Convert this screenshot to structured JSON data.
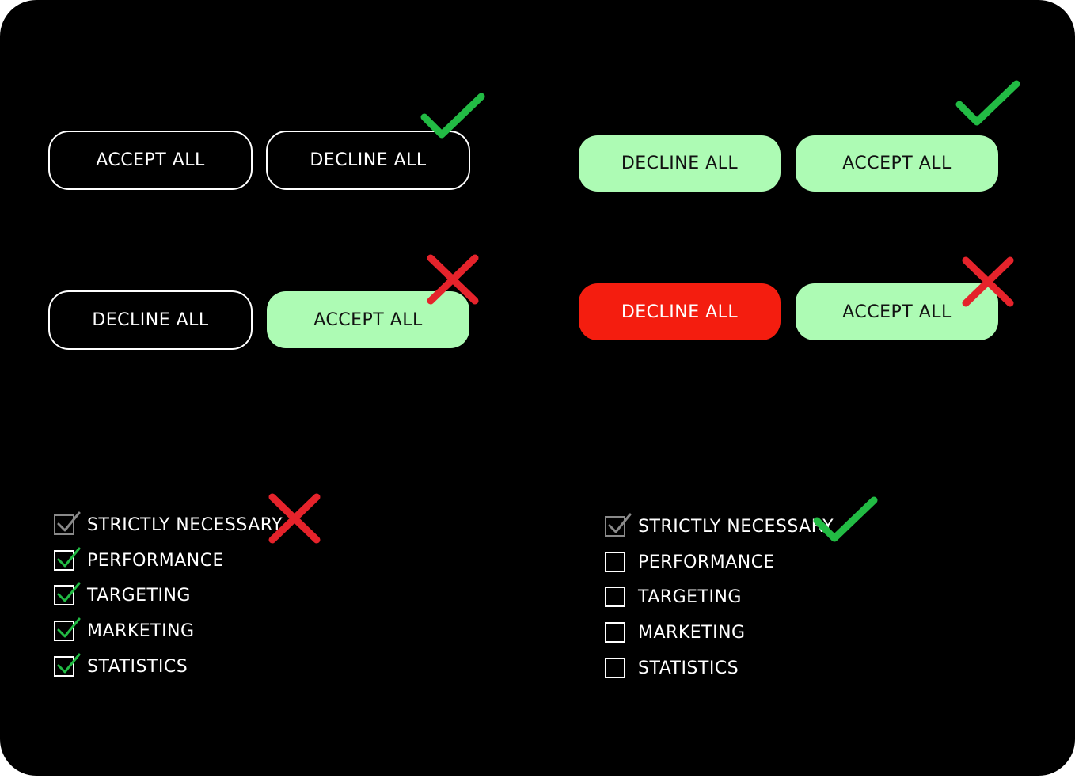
{
  "buttons": {
    "accept_label": "ACCEPT ALL",
    "decline_label": "DECLINE ALL"
  },
  "colors": {
    "background": "#000000",
    "accent_green": "#adfbb4",
    "danger_red": "#f41d0f",
    "check_green": "#22bb44",
    "cross_red": "#e5232b",
    "checkbox_grey": "#8a8a8a"
  },
  "checklist_left": {
    "items": [
      {
        "label": "STRICTLY NECESSARY",
        "checked": true,
        "disabled": true
      },
      {
        "label": "PERFORMANCE",
        "checked": true
      },
      {
        "label": "TARGETING",
        "checked": true
      },
      {
        "label": "MARKETING",
        "checked": true
      },
      {
        "label": "STATISTICS",
        "checked": true
      }
    ]
  },
  "checklist_right": {
    "items": [
      {
        "label": "STRICTLY NECESSARY",
        "checked": true,
        "disabled": true
      },
      {
        "label": "PERFORMANCE",
        "checked": false
      },
      {
        "label": "TARGETING",
        "checked": false
      },
      {
        "label": "MARKETING",
        "checked": false
      },
      {
        "label": "STATISTICS",
        "checked": false
      }
    ]
  },
  "icons": [
    "check-icon",
    "cross-icon",
    "checkbox-check-icon"
  ]
}
